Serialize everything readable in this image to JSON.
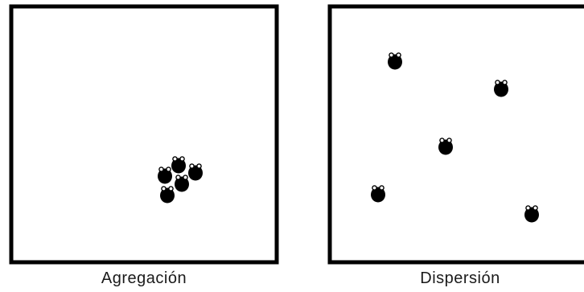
{
  "panels": [
    {
      "caption": "Agregación",
      "organisms": [
        [
          205,
          219
        ],
        [
          222,
          206
        ],
        [
          243,
          215
        ],
        [
          226,
          229
        ],
        [
          208,
          243
        ]
      ]
    },
    {
      "caption": "Dispersión",
      "organisms": [
        [
          491,
          77
        ],
        [
          623,
          111
        ],
        [
          554,
          183
        ],
        [
          470,
          242
        ],
        [
          661,
          267
        ]
      ]
    }
  ],
  "colors": {
    "frame": "#000000",
    "organism": "#000000",
    "eye": "#ffffff",
    "text": "#1a1a1a"
  }
}
